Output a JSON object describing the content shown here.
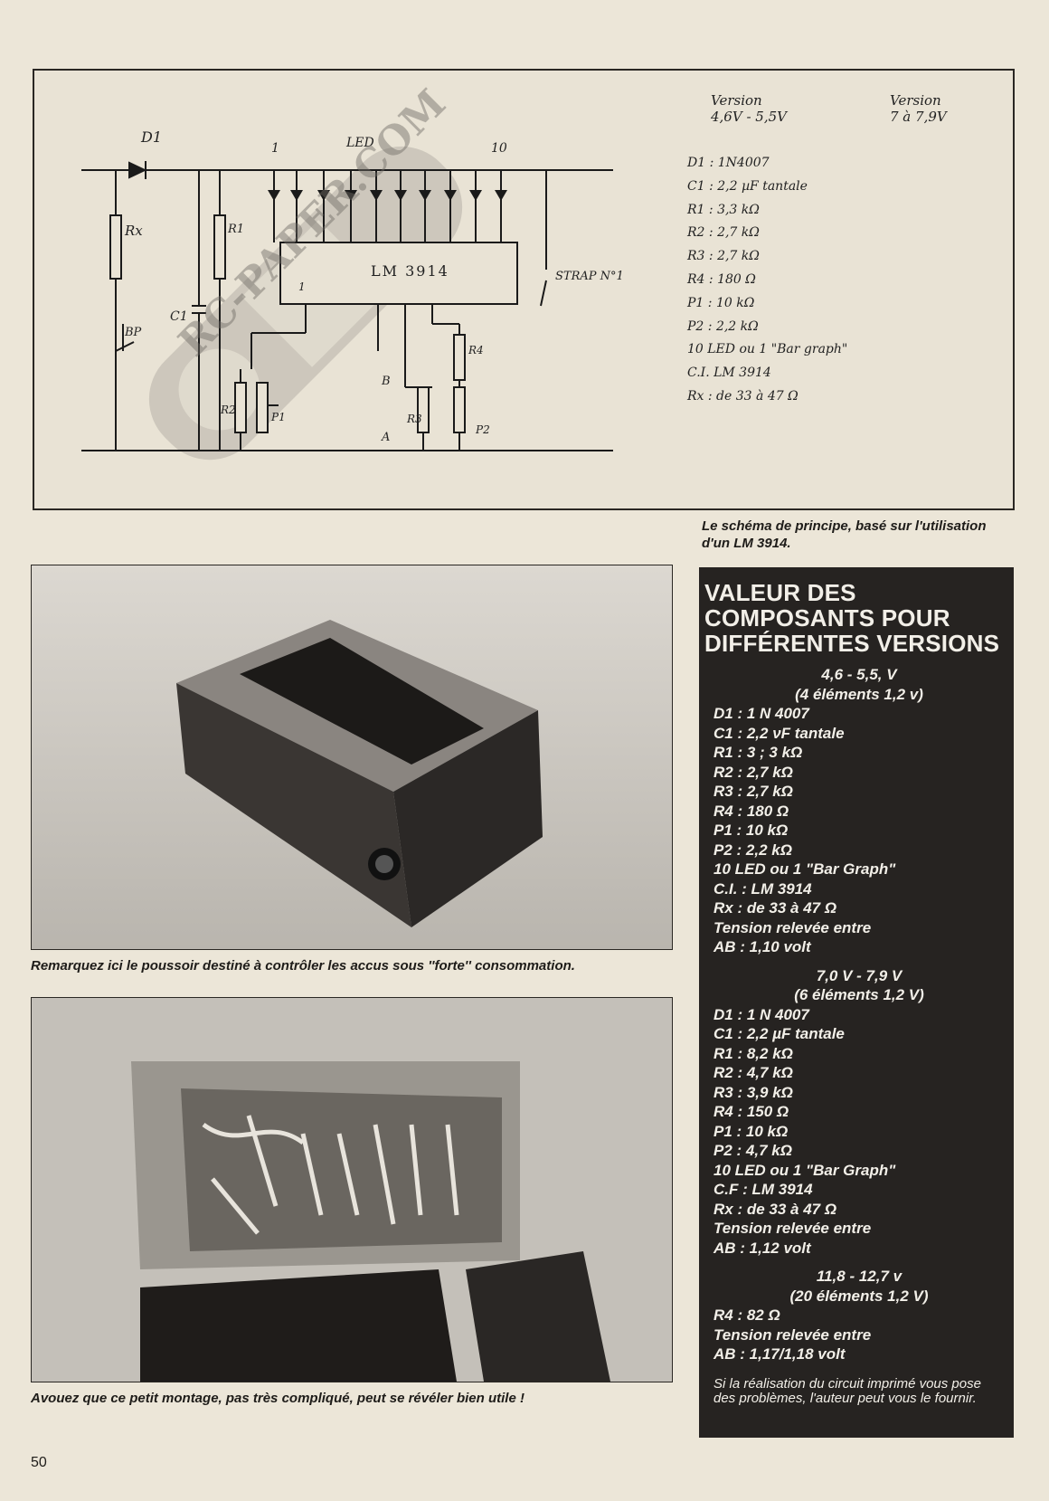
{
  "schematic": {
    "labels": {
      "d1": "D1",
      "led": "LED",
      "n1": "1",
      "n10": "10",
      "rx": "Rx",
      "r1": "R1",
      "c1": "C1",
      "bp": "BP",
      "chip": "LM 3914",
      "strap": "STRAP N°1",
      "r2": "R2",
      "p1": "P1",
      "b": "B",
      "a": "A",
      "r3": "R3",
      "r4": "R4",
      "p2": "P2",
      "pin1": "1"
    },
    "table": {
      "header_v1": [
        "Version",
        "4,6V - 5,5V"
      ],
      "header_v2": [
        "Version",
        "7 à 7,9V"
      ],
      "rows": [
        "D1 : 1N4007",
        "C1 : 2,2 µF tantale",
        "R1 : 3,3 kΩ",
        "R2 : 2,7 kΩ",
        "R3 : 2,7 kΩ",
        "R4 : 180 Ω",
        "P1 : 10 kΩ",
        "P2 : 2,2 kΩ",
        "10 LED ou 1 \"Bar graph\"",
        "C.I. LM 3914",
        "Rx : de 33 à 47 Ω"
      ]
    },
    "watermark": "RC-PAPER.COM"
  },
  "caption_schematic": "Le schéma de principe, basé sur l'utilisation d'un LM 3914.",
  "caption_photo1": "Remarquez ici le poussoir destiné à contrôler les accus sous ''forte'' consommation.",
  "caption_photo2": "Avouez que ce petit montage, pas très compliqué, peut se révéler bien utile !",
  "sidebar": {
    "title": "VALEUR DES COMPOSANTS POUR DIFFÉRENTES VERSIONS",
    "v1_heading": "4,6 - 5,5, V",
    "v1_sub": "(4 éléments 1,2 v)",
    "v1_lines": [
      "D1 : 1 N 4007",
      "C1 : 2,2 νF tantale",
      "R1 : 3 ; 3 kΩ",
      "R2 : 2,7 kΩ",
      "R3 : 2,7 kΩ",
      "R4 : 180 Ω",
      "P1 : 10 kΩ",
      "P2 : 2,2 kΩ",
      "10 LED ou 1 \"Bar Graph\"",
      "C.I. : LM 3914",
      "Rx : de 33 à 47 Ω",
      "Tension relevée entre",
      "AB : 1,10 volt"
    ],
    "v2_heading": "7,0 V - 7,9 V",
    "v2_sub": "(6 éléments 1,2 V)",
    "v2_lines": [
      "D1 : 1 N 4007",
      "C1 : 2,2 µF tantale",
      "R1 : 8,2 kΩ",
      "R2 : 4,7 kΩ",
      "R3 : 3,9 kΩ",
      "R4 : 150 Ω",
      "P1 : 10 kΩ",
      "P2 : 4,7 kΩ",
      "10 LED ou 1 \"Bar Graph\"",
      "C.F : LM 3914",
      "Rx : de 33 à 47 Ω",
      "Tension relevée entre",
      "AB : 1,12 volt"
    ],
    "v3_heading": "11,8 - 12,7 v",
    "v3_sub": "(20 éléments 1,2 V)",
    "v3_lines": [
      "R4 : 82 Ω",
      "Tension relevée entre",
      "AB : 1,17/1,18 volt"
    ],
    "note": "Si la réalisation du circuit imprimé vous pose des problèmes, l'auteur peut vous le fournir."
  },
  "page_number": "50"
}
